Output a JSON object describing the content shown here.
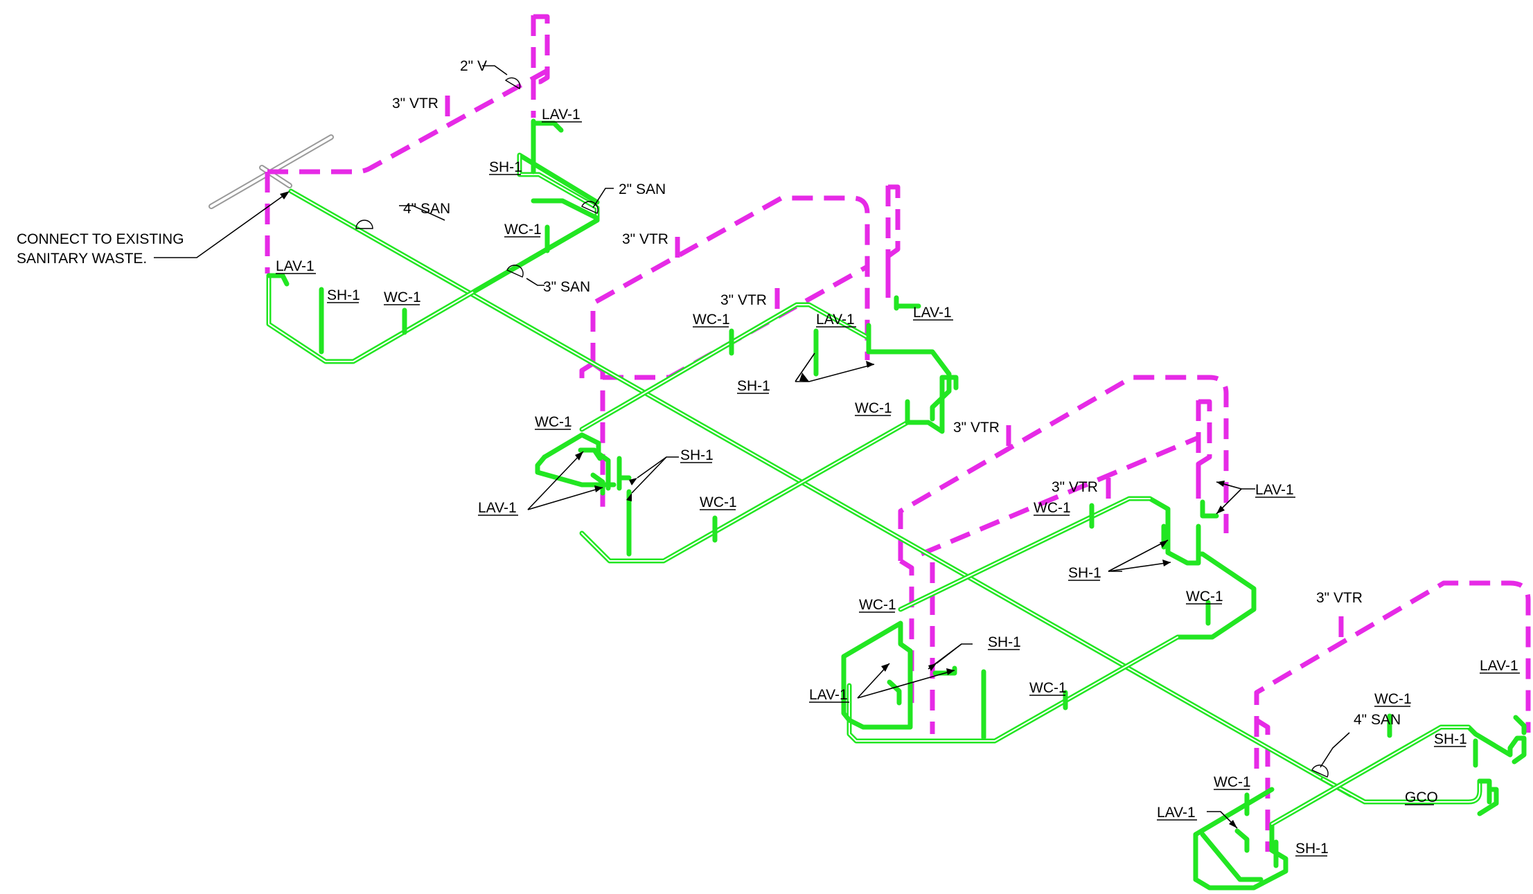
{
  "colors": {
    "waste_pipe": "#22e622",
    "vent_pipe": "#e62ae6",
    "existing_pipe": "#9a9a9a",
    "text": "#000000"
  },
  "labels": {
    "connect_note_line1": "CONNECT TO EXISTING",
    "connect_note_line2": "SANITARY WASTE.",
    "main_size_upper": "4\" SAN",
    "main_size_lower": "4\" SAN",
    "branch_2in_v": "2\" V",
    "branch_2in_san": "2\" SAN",
    "branch_3in_san": "3\" SAN",
    "vtr_3in": "3\" VTR",
    "gco": "GCO"
  },
  "fixtures": {
    "lav": "LAV-1",
    "wc": "WC-1",
    "sh": "SH-1"
  }
}
